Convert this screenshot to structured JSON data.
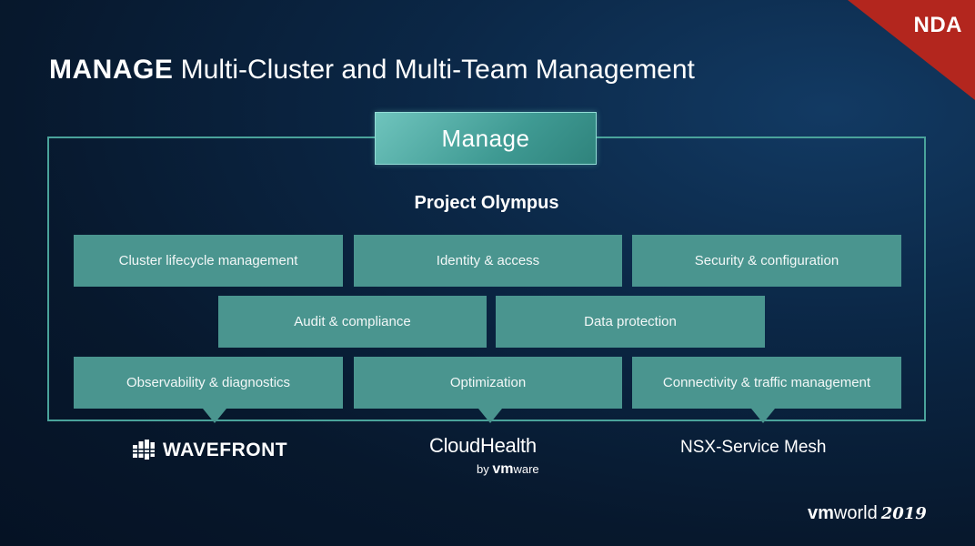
{
  "badge": {
    "label": "NDA"
  },
  "title": {
    "strong": "MANAGE",
    "rest": " Multi-Cluster and Multi-Team Management"
  },
  "header": {
    "label": "Manage"
  },
  "project": {
    "name": "Project Olympus"
  },
  "tiles": {
    "row1": [
      "Cluster lifecycle management",
      "Identity & access",
      "Security & configuration"
    ],
    "row2": [
      "Audit & compliance",
      "Data protection"
    ],
    "row3": [
      "Observability & diagnostics",
      "Optimization",
      "Connectivity & traffic management"
    ]
  },
  "logos": {
    "wavefront": "WAVEFRONT",
    "cloudhealth": "CloudHealth",
    "cloudhealth_by": "by ",
    "cloudhealth_vm": "vm",
    "cloudhealth_ware": "ware",
    "nsx": "NSX-Service Mesh"
  },
  "footer": {
    "vm": "vm",
    "world": "world",
    "year": "2019"
  },
  "colors": {
    "background": "#07182d",
    "tile": "#4a958f",
    "frame": "#4aa39b",
    "nda": "#b3261e",
    "text": "#ffffff"
  },
  "icons": [
    "wavefront-logo-icon"
  ]
}
